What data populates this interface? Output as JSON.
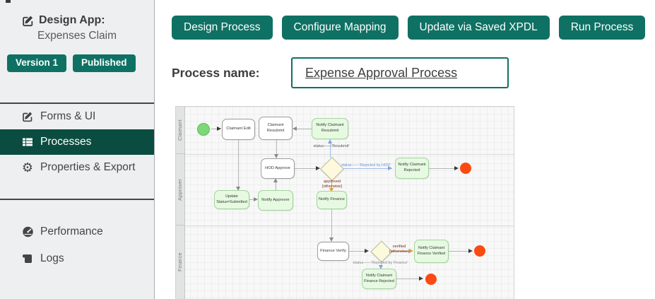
{
  "app": {
    "title": "Design App:",
    "subtitle": "Expenses Claim",
    "badges": [
      "Version 1",
      "Published"
    ]
  },
  "sidebar": {
    "nav_primary": [
      {
        "label": "Forms & UI",
        "icon": "edit-icon"
      },
      {
        "label": "Processes",
        "icon": "list-icon"
      },
      {
        "label": "Properties & Export",
        "icon": "gear-icon"
      }
    ],
    "nav_secondary": [
      {
        "label": "Performance",
        "icon": "gauge-icon"
      },
      {
        "label": "Logs",
        "icon": "scroll-icon"
      }
    ]
  },
  "toolbar": {
    "buttons": [
      "Design Process",
      "Configure Mapping",
      "Update via Saved XPDL",
      "Run Process"
    ]
  },
  "process": {
    "label": "Process name:",
    "value": "Expense Approval Process"
  },
  "diagram": {
    "lanes": [
      "Claimant",
      "Approver",
      "Finance"
    ],
    "nodes": {
      "claimant_edit": "Claimant Edit",
      "claimant_resubmit": "Claimant Resubmit",
      "notify_claimant_resubmit": "Notify Claimant Resubmit",
      "hod_approve": "HOD Approve",
      "notify_claimant_rejected": "Notify Claimant Rejected",
      "update_status": "Update Status=Submitted",
      "notify_approver": "Notify Approver",
      "notify_finance": "Notify Finance",
      "finance_verify": "Finance Verify",
      "notify_claimant_finance_verified": "Notify Claimant Finance Verified",
      "notify_claimant_finance_rejected": "Notify Claimant Finance Rejected"
    },
    "edge_labels": {
      "resubmit": "status——'Resubmit'",
      "rejected_by_hod": "status——'Rejected by HOD'",
      "approved": "approved [otherwise]",
      "verified": "verified [otherwise]",
      "rejected_by_finance": "status——'Rejected by Finance'"
    }
  },
  "colors": {
    "teal": "#0E7163",
    "active_nav": "#0B4C40",
    "task_green": "#E6F9E1",
    "start_event_green": "#7ED878",
    "end_event_red": "#FB4A11",
    "gateway_yellow": "#FCF9DD",
    "edge_blue": "#7FA3DC",
    "edge_orange": "#E59A2F"
  }
}
